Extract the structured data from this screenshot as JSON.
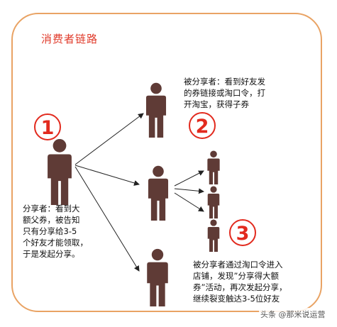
{
  "title": "消费者链路",
  "steps": [
    {
      "number": "1",
      "text": "分享者：看到大\n额父券，被告知\n只有分享给3-5\n个好友才能领取，\n于是发起分享。"
    },
    {
      "number": "2",
      "text": "被分享者：看到好友发\n的券链接或淘口令，打\n开淘宝，获得子券"
    },
    {
      "number": "3",
      "text": "被分享者通过淘口令进入\n店铺，发现”分享得大额\n券”活动，再次发起分享，\n继续裂变触达3-5位好友"
    }
  ],
  "watermark": "头条 @那米说运营",
  "colors": {
    "frame": "#e9a364",
    "accent": "#e22a1e",
    "figure": "#5f3b36",
    "arrow": "#222222"
  }
}
